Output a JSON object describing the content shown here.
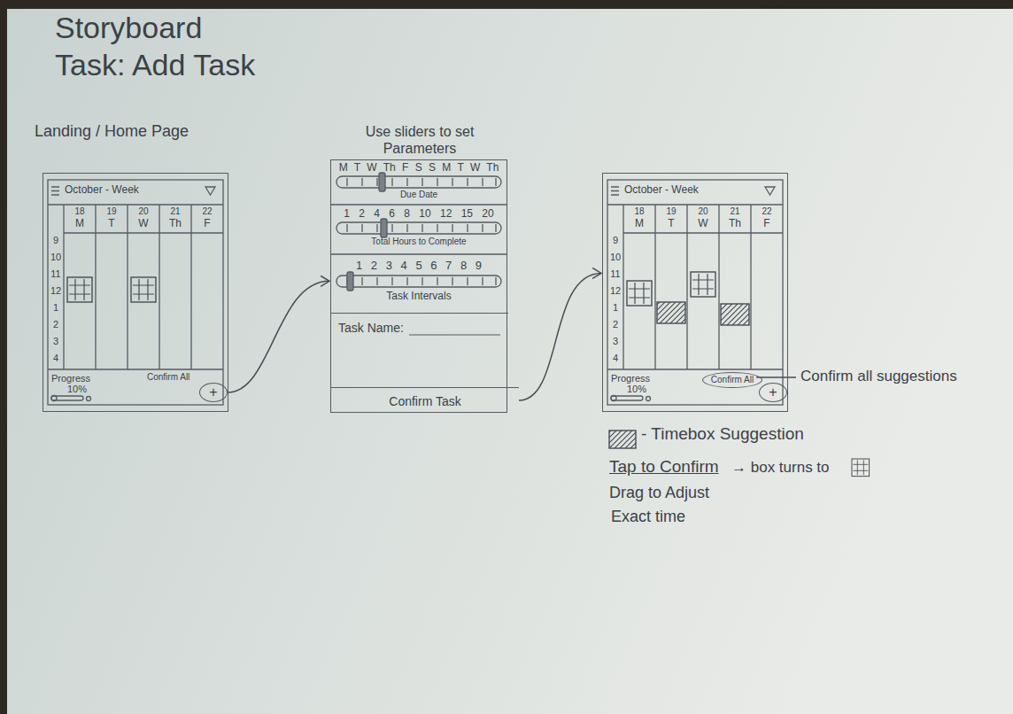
{
  "diagram": {
    "title": "Storyboard",
    "nodes": [
      {
        "text": [
          "Landing / Home Page",
          "October - Week"
        ]
      },
      {
        "text": [
          "+"
        ],
        "in": 0
      },
      {
        "text": [
          "Use sliders to set Parameters"
        ]
      },
      {
        "text": [
          "Task Name:"
        ],
        "in": 2
      },
      {
        "text": [
          "Confirm Task"
        ],
        "in": 2
      },
      {
        "text": [
          "October - Week"
        ]
      },
      {
        "text": [
          "Confirm All"
        ],
        "in": 5
      },
      {
        "text": [
          "+"
        ],
        "in": 5
      }
    ],
    "edges": [
      {
        "from": 1,
        "to": 2,
        "arrow": "to"
      },
      {
        "from": 4,
        "to": 5,
        "arrow": "to"
      }
    ],
    "labels": [
      "Task: Add Task",
      "18",
      "M",
      "19",
      "T",
      "20",
      "W",
      "21",
      "Th",
      "22",
      "F",
      "9",
      "10",
      "11",
      "12",
      "1",
      "2",
      "3",
      "4",
      "Progress",
      "10%",
      "Confirm All",
      "M T W Th F S S M T W Th",
      "Due Date",
      "1 2 4 6 8 10 12 15 20",
      "Total Hours to Complete",
      "1 2 3 4 5 6 7 8 9",
      "Task Intervals",
      "18",
      "M",
      "19",
      "T",
      "20",
      "W",
      "21",
      "Th",
      "22",
      "F",
      "9",
      "10",
      "11",
      "12",
      "1",
      "2",
      "3",
      "4",
      "Progress",
      "10%",
      "Confirm all suggestions",
      "Tap to Confirm",
      "→ box turns to",
      "Drag to Adjust",
      "Exact time"
    ],
    "legend": [
      {
        "text": "- Timebox Suggestion"
      }
    ]
  }
}
